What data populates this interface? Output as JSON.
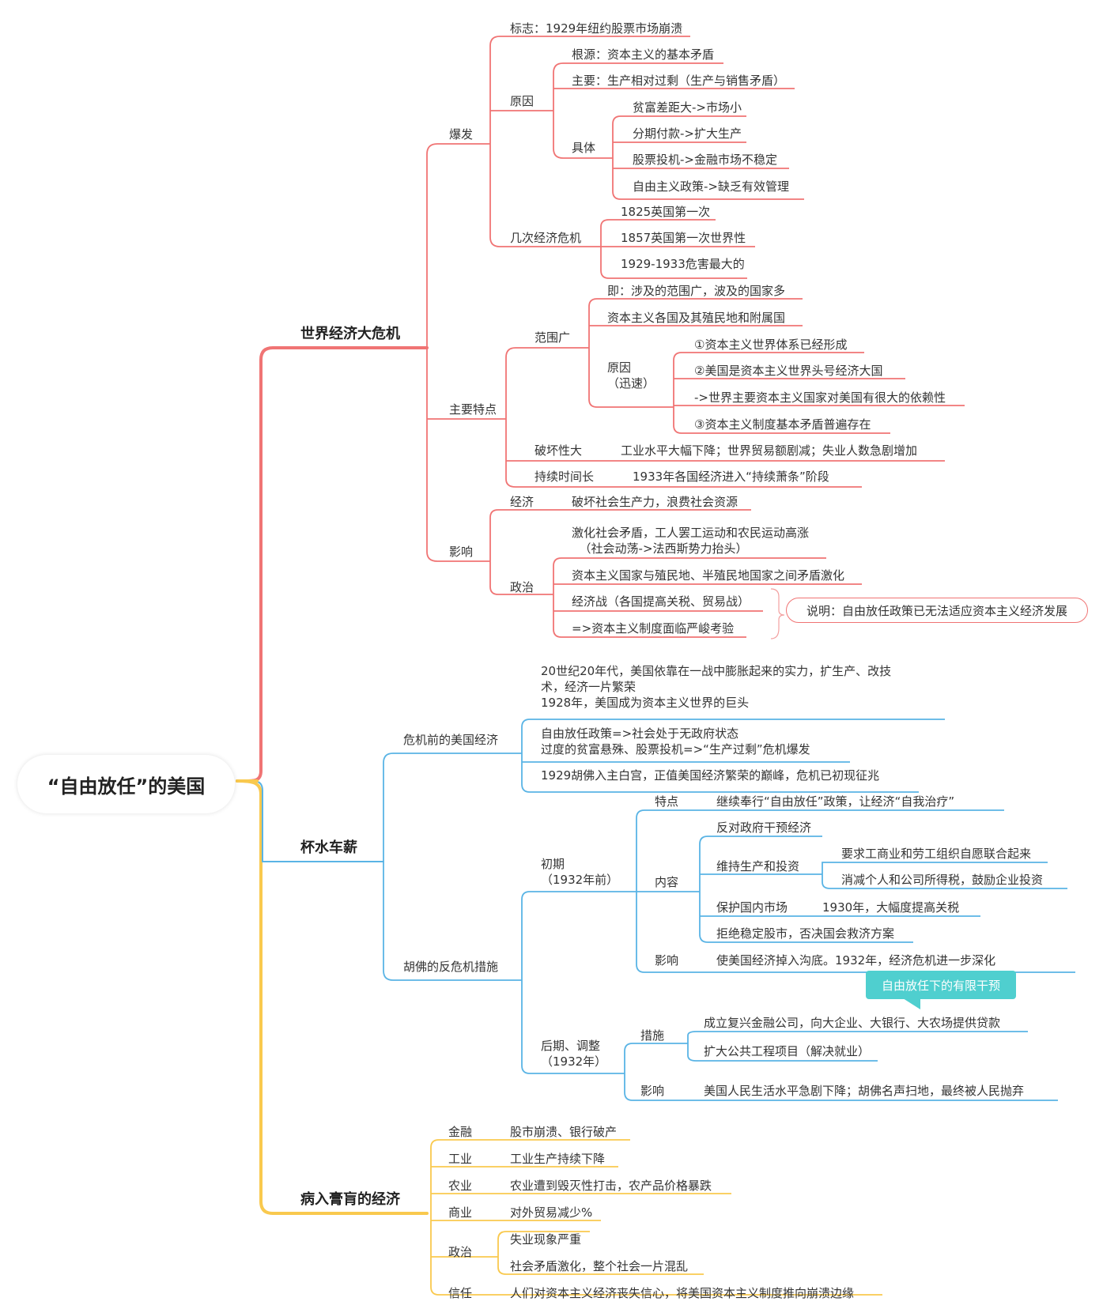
{
  "colors": {
    "red": "#f07474",
    "blue": "#5ab4e5",
    "yellow": "#f9c94e",
    "callout": "#4fcfcf"
  },
  "root": "“自由放任”的美国",
  "b1": {
    "title": "世界经济大危机",
    "baofa": {
      "label": "爆发",
      "biaozhi": "标志：1929年纽约股票市场崩溃",
      "yuanyin": {
        "label": "原因",
        "genyuan": "根源：资本主义的基本矛盾",
        "zhuyao": "主要：生产相对过剩（生产与销售矛盾）",
        "juti": {
          "label": "具体",
          "items": [
            "贫富差距大->市场小",
            "分期付款->扩大生产",
            "股票投机->金融市场不稳定",
            "自由主义政策->缺乏有效管理"
          ]
        }
      },
      "jici": {
        "label": "几次经济危机",
        "items": [
          "1825英国第一次",
          "1857英国第一次世界性",
          "1929-1933危害最大的"
        ]
      }
    },
    "tedian": {
      "label": "主要特点",
      "fanwei": {
        "label": "范围广",
        "ji": "即：涉及的范围广，波及的国家多",
        "ziben": "资本主义各国及其殖民地和附属国",
        "yuanyin": {
          "label": "原因\n（迅速）",
          "items": [
            "①资本主义世界体系已经形成",
            "②美国是资本主义世界头号经济大国",
            "->世界主要资本主义国家对美国有很大的依赖性",
            "③资本主义制度基本矛盾普遍存在"
          ]
        }
      },
      "pohuai": {
        "label": "破坏性大",
        "text": "工业水平大幅下降；世界贸易额剧减；失业人数急剧增加"
      },
      "chixu": {
        "label": "持续时间长",
        "text": "1933年各国经济进入“持续萧条”阶段"
      }
    },
    "yingxiang": {
      "label": "影响",
      "jingji": {
        "label": "经济",
        "text": "破坏社会生产力，浪费社会资源"
      },
      "zhengzhi": {
        "label": "政治",
        "items": [
          "激化社会矛盾，工人罢工运动和农民运动高涨\n  （社会动荡->法西斯势力抬头）",
          "资本主义国家与殖民地、半殖民地国家之间矛盾激化",
          "经济战（各国提高关税、贸易战）",
          "=>资本主义制度面临严峻考验"
        ],
        "note": "说明：自由放任政策已无法适应资本主义经济发展"
      }
    }
  },
  "b2": {
    "title": "杯水车薪",
    "qian": {
      "label": "危机前的美国经济",
      "items": [
        "20世纪20年代，美国依靠在一战中膨胀起来的实力，扩生产、改技\n术，经济一片繁荣\n1928年，美国成为资本主义世界的巨头",
        "自由放任政策=>社会处于无政府状态\n过度的贫富悬殊、股票投机=>“生产过剩”危机爆发",
        "1929胡佛入主白宫，正值美国经济繁荣的巅峰，危机已初现征兆"
      ]
    },
    "hufo": {
      "label": "胡佛的反危机措施",
      "chuqi": {
        "label": "初期\n（1932年前）",
        "tedian": {
          "label": "特点",
          "text": "继续奉行“自由放任”政策，让经济“自我治疗”"
        },
        "neirong": {
          "label": "内容",
          "fandui": "反对政府干预经济",
          "weichi": {
            "label": "维持生产和投资",
            "items": [
              "要求工商业和劳工组织自愿联合起来",
              "消减个人和公司所得税，鼓励企业投资"
            ]
          },
          "baohu": {
            "label": "保护国内市场",
            "text": "1930年，大幅度提高关税"
          },
          "jujue": "拒绝稳定股市，否决国会救济方案"
        },
        "yingxiang": {
          "label": "影响",
          "text": "使美国经济掉入沟底。1932年，经济危机进一步深化"
        }
      },
      "callout": "自由放任下的有限干预",
      "houqi": {
        "label": "后期、调整\n（1932年）",
        "cuoshi": {
          "label": "措施",
          "items": [
            "成立复兴金融公司，向大企业、大银行、大农场提供贷款",
            "扩大公共工程项目（解决就业）"
          ]
        },
        "yingxiang": {
          "label": "影响",
          "text": "美国人民生活水平急剧下降；胡佛名声扫地，最终被人民抛弃"
        }
      }
    }
  },
  "b3": {
    "title": "病入膏肓的经济",
    "jinrong": {
      "label": "金融",
      "text": "股市崩溃、银行破产"
    },
    "gongye": {
      "label": "工业",
      "text": "工业生产持续下降"
    },
    "nongye": {
      "label": "农业",
      "text": "农业遭到毁灭性打击，农产品价格暴跌"
    },
    "shangye": {
      "label": "商业",
      "text": "对外贸易减少%"
    },
    "zhengzhi": {
      "label": "政治",
      "items": [
        "失业现象严重",
        "社会矛盾激化，整个社会一片混乱"
      ]
    },
    "xinren": {
      "label": "信任",
      "text": "人们对资本主义经济丧失信心，将美国资本主义制度推向崩溃边缘"
    }
  }
}
